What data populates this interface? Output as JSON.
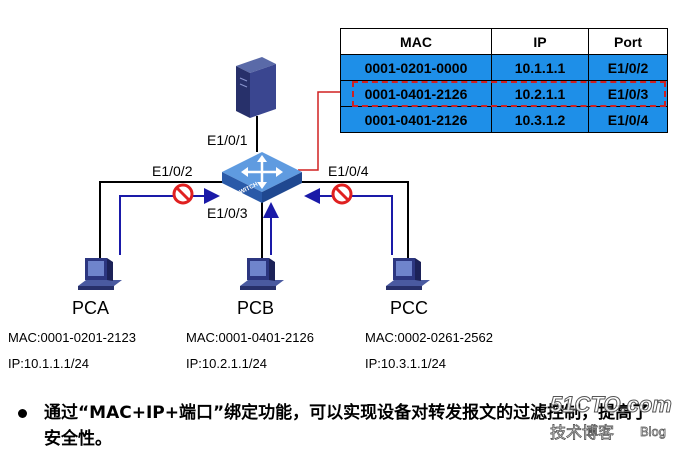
{
  "table": {
    "headers": [
      "MAC",
      "IP",
      "Port"
    ],
    "rows": [
      [
        "0001-0201-0000",
        "10.1.1.1",
        "E1/0/2"
      ],
      [
        "0001-0401-2126",
        "10.2.1.1",
        "E1/0/3"
      ],
      [
        "0001-0401-2126",
        "10.3.1.2",
        "E1/0/4"
      ]
    ],
    "highlight_row": 1
  },
  "switch": {
    "label": "SWITCH"
  },
  "ports": {
    "p1": "E1/0/1",
    "p2": "E1/0/2",
    "p3": "E1/0/3",
    "p4": "E1/0/4"
  },
  "hosts": [
    {
      "name": "PCA",
      "mac": "MAC:0001-0201-2123",
      "ip": "IP:10.1.1.1/24"
    },
    {
      "name": "PCB",
      "mac": "MAC:0001-0401-2126",
      "ip": "IP:10.2.1.1/24"
    },
    {
      "name": "PCC",
      "mac": "MAC:0002-0261-2562",
      "ip": "IP:10.3.1.1/24"
    }
  ],
  "bullet": "通过“MAC+IP+端口”绑定功能，可以实现设备对转发报文的过滤控制，提高了安全性。",
  "watermark": {
    "brand": "51CTO.com",
    "sub": "技术博客",
    "blog": "Blog"
  },
  "colors": {
    "cell_blue": "#1e8fe8",
    "arrow_blue": "#1a1aa8",
    "deny_red": "#e02020",
    "dash_red": "#d02020",
    "switch_blue": "#3a78c8"
  }
}
